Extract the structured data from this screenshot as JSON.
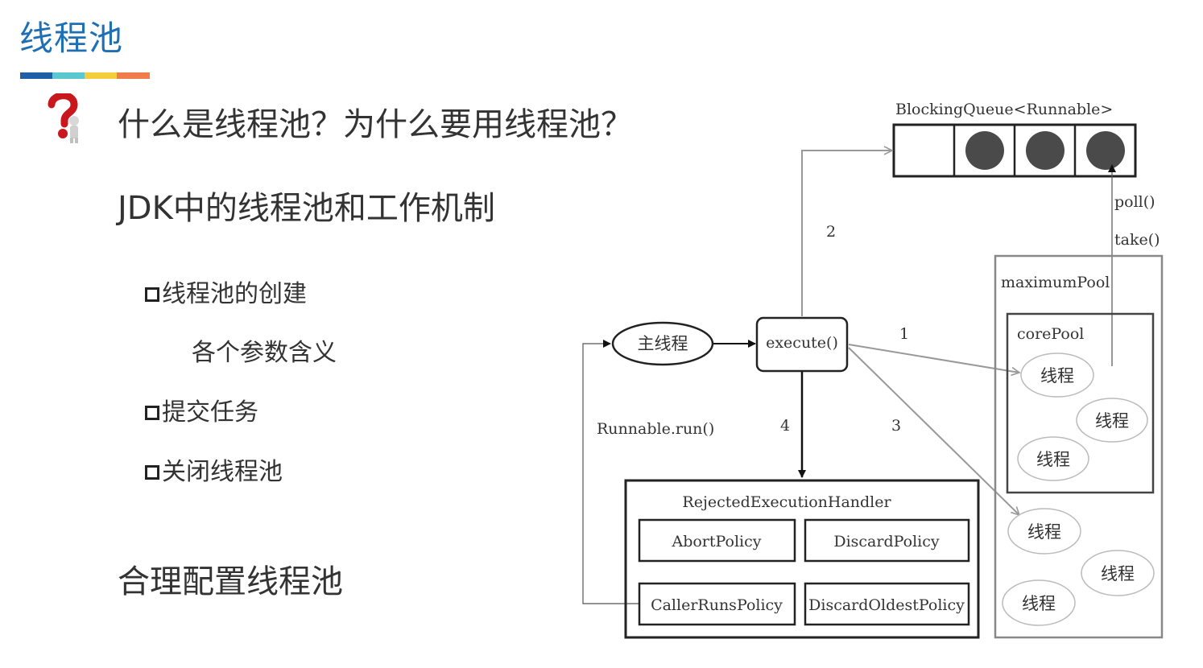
{
  "header": {
    "title": "线程池"
  },
  "accent_colors": [
    "#1f5fa8",
    "#5bc8d0",
    "#f2cf3a",
    "#f07c4a"
  ],
  "main": {
    "q1": "什么是线程池？为什么要用线程池？",
    "q2": "JDK中的线程池和工作机制",
    "items": [
      "线程池的创建",
      "各个参数含义",
      "提交任务",
      "关闭线程池"
    ],
    "q3": "合理配置线程池"
  },
  "diagram": {
    "queue_label": "BlockingQueue<Runnable>",
    "poll": "poll()",
    "take": "take()",
    "step2": "2",
    "step1": "1",
    "step3": "3",
    "step4": "4",
    "main_thread": "主线程",
    "execute": "execute()",
    "runnable_run": "Runnable.run()",
    "maximum_pool": "maximumPool",
    "core_pool": "corePool",
    "thread": "线程",
    "handler": "RejectedExecutionHandler",
    "abort": "AbortPolicy",
    "discard": "DiscardPolicy",
    "caller_runs": "CallerRunsPolicy",
    "discard_oldest": "DiscardOldestPolicy"
  }
}
